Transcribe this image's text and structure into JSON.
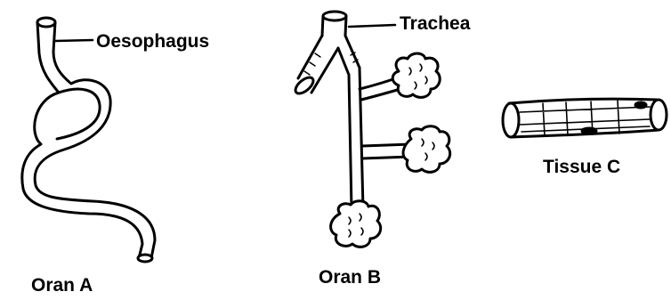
{
  "labels": {
    "oesophagus": "Oesophagus",
    "trachea": "Trachea",
    "tissue_c": "Tissue C",
    "oran_a": "Oran A",
    "oran_b": "Oran B"
  },
  "colors": {
    "ink": "#000000",
    "background": "#ffffff"
  }
}
